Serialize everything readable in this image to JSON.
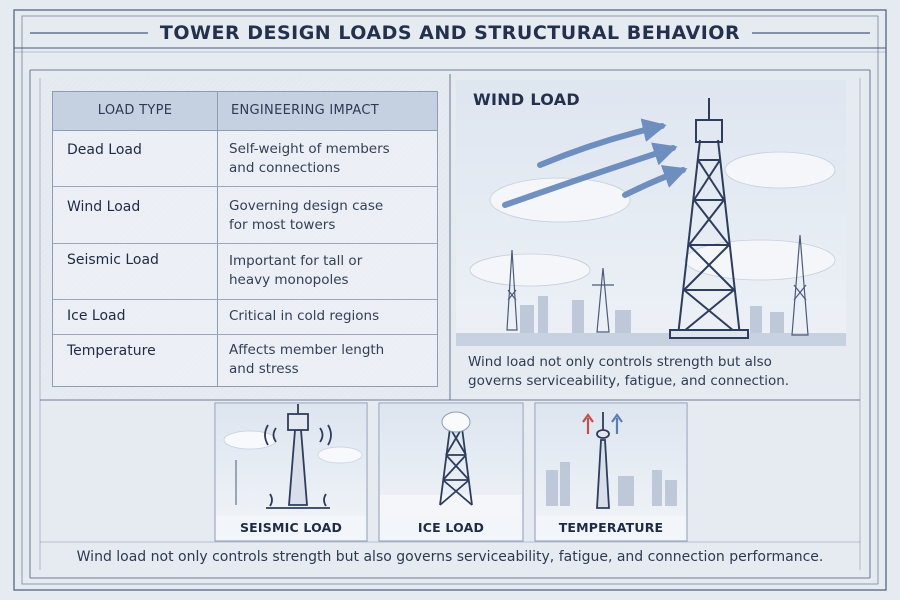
{
  "title": "TOWER DESIGN LOADS AND STRUCTURAL BEHAVIOR",
  "table": {
    "headers": [
      "LOAD TYPE",
      "ENGINEERING IMPACT"
    ],
    "rows": [
      {
        "type": "Dead Load",
        "impact_line1": "Self-weight of members",
        "impact_line2": "and connections"
      },
      {
        "type": "Wind Load",
        "impact_line1": "Governing design case",
        "impact_line2": "for most towers"
      },
      {
        "type": "Seismic Load",
        "impact_line1": "Important for tall or",
        "impact_line2": "heavy monopoles"
      },
      {
        "type": "Ice Load",
        "impact_line1": "Critical in cold regions",
        "impact_line2": ""
      },
      {
        "type": "Temperature",
        "impact_line1": "Affects member length",
        "impact_line2": "and stress"
      }
    ]
  },
  "wind_panel": {
    "title": "WIND LOAD",
    "caption_line1": "Wind load not only controls strength but also",
    "caption_line2": "governs serviceability, fatigue, and connection."
  },
  "small_panels": {
    "seismic_label": "SEISMIC LOAD",
    "ice_label": "ICE LOAD",
    "temperature_label": "TEMPERATURE"
  },
  "footer": "Wind load not only controls strength but also governs serviceability, fatigue, and connection performance.",
  "colors": {
    "background": "#e6ebf2",
    "header_fill": "#c5d0e0",
    "ink": "#2d3a50",
    "arrow_blue": "#5a7fb8",
    "arrow_red": "#c0504d"
  }
}
